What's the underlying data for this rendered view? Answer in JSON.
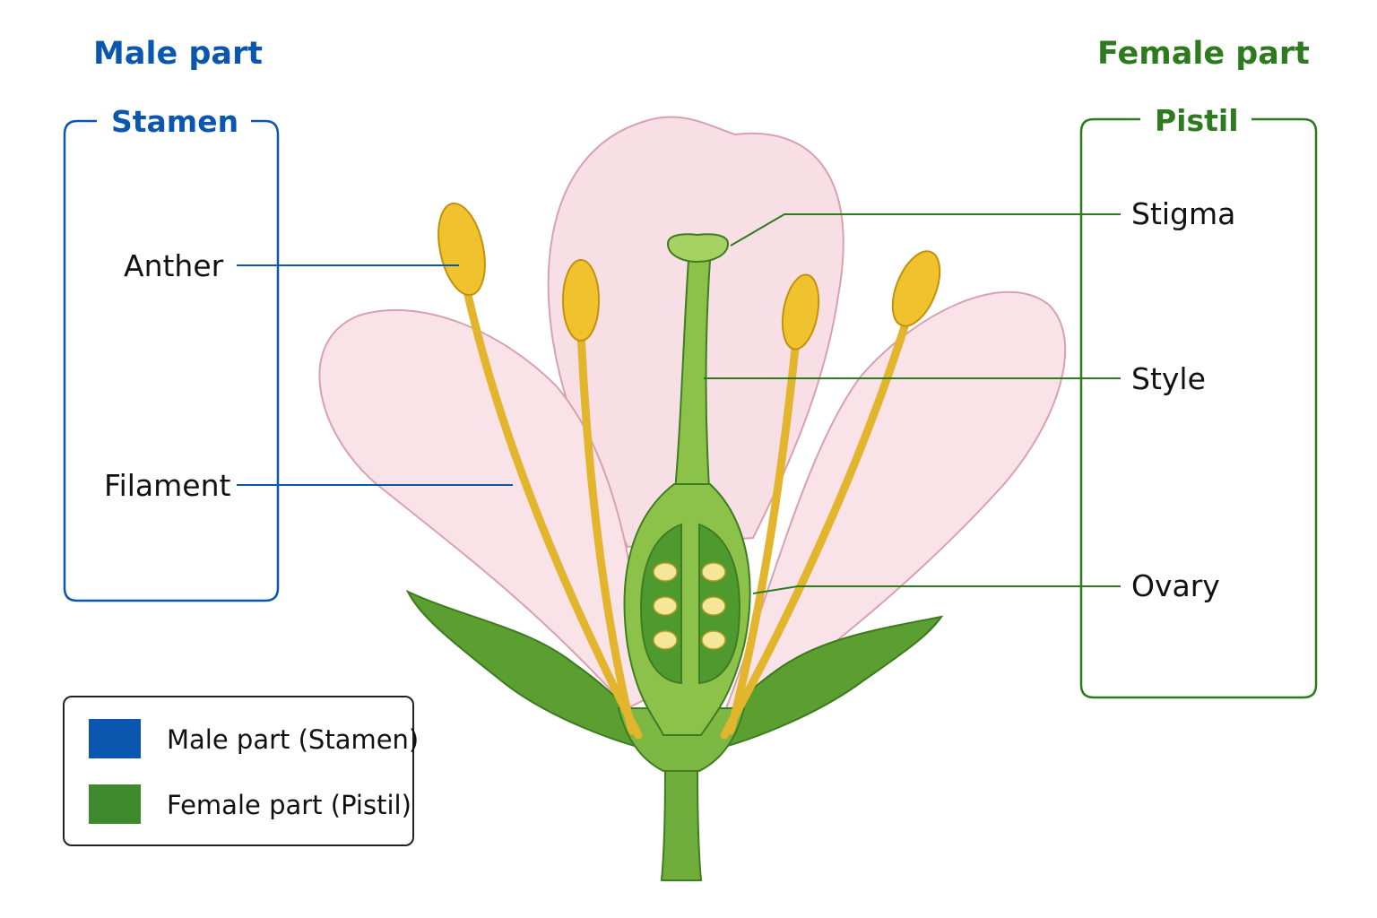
{
  "headings": {
    "male": "Male part",
    "female": "Female part"
  },
  "groups": {
    "stamen": "Stamen",
    "pistil": "Pistil"
  },
  "labels": {
    "anther": "Anther",
    "filament": "Filament",
    "stigma": "Stigma",
    "style": "Style",
    "ovary": "Ovary"
  },
  "legend": {
    "items": [
      {
        "label": "Male part (Stamen)",
        "color": "#0b57b0"
      },
      {
        "label": "Female part (Pistil)",
        "color": "#3f8a2c"
      }
    ]
  },
  "colors": {
    "male": "#0b57b0",
    "female": "#2e7a1f",
    "petal": "#f7dde3",
    "petal_edge": "#d9a1ad",
    "anther": "#f0c22e",
    "filament": "#f1cd45",
    "pistil": "#8ec24a",
    "sepal": "#4f9a2e"
  }
}
